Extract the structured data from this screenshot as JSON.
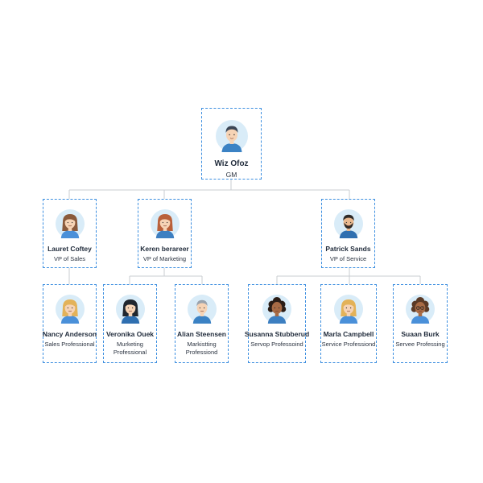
{
  "root": {
    "name": "Wiz Ofoz",
    "title": "GM",
    "avatar": "man-short-hair-icon"
  },
  "vps": [
    {
      "name": "Lauret Coftey",
      "title": "VP of Sales",
      "avatar": "woman-brown-hair-icon"
    },
    {
      "name": "Keren berareer",
      "title": "VP of Marketing",
      "avatar": "woman-auburn-hair-icon"
    },
    {
      "name": "Patrick Sands",
      "title": "VP of Service",
      "avatar": "man-beard-icon"
    }
  ],
  "staff": [
    {
      "name": "Nancy Anderson",
      "title": "Sales Professional",
      "avatar": "woman-blonde-hair-icon"
    },
    {
      "name": "Veronika Ouek",
      "title": "Murketing Professional",
      "avatar": "woman-dark-hair-icon"
    },
    {
      "name": "Alian Steensen",
      "title": "Markistting Professiond",
      "avatar": "man-gray-hair-icon"
    },
    {
      "name": "Susanna Stubberud",
      "title": "Servop Professoind",
      "avatar": "woman-curly-hair-icon"
    },
    {
      "name": "Marla Campbell",
      "title": "Service Professiond",
      "avatar": "woman-blonde-hair-icon"
    },
    {
      "name": "Suaan Burk",
      "title": "Servee Professing",
      "avatar": "woman-glasses-icon"
    }
  ],
  "colors": {
    "border": "#3d8fe0",
    "connector": "#c8ccd2",
    "avatar_bg": "#d9ecf8"
  }
}
